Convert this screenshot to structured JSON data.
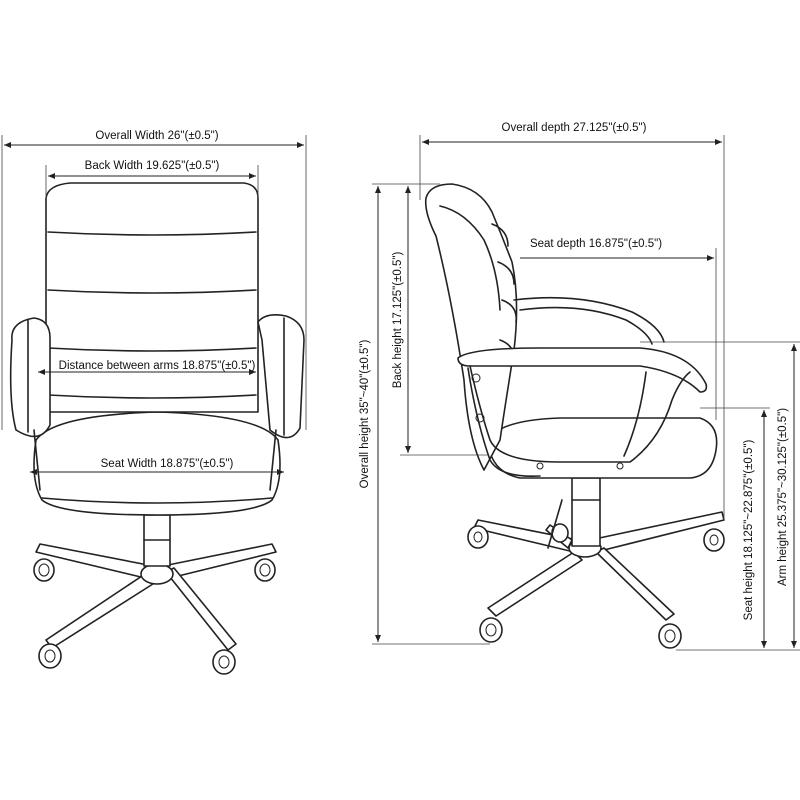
{
  "colors": {
    "line": "#222222",
    "background": "#ffffff"
  },
  "front_view": {
    "overall_width": "Overall Width 26\"(±0.5\")",
    "back_width": "Back Width 19.625\"(±0.5\")",
    "distance_between_arms": "Distance between arms 18.875\"(±0.5\")",
    "seat_width": "Seat Width 18.875\"(±0.5\")"
  },
  "side_view": {
    "overall_depth": "Overall depth 27.125\"(±0.5\")",
    "seat_depth": "Seat depth 16.875\"(±0.5\")",
    "back_height": "Back height 17.125\"(±0.5\")",
    "overall_height": "Overall height 35\"~40\"(±0.5\")",
    "seat_height": "Seat height 18.125\"~22.875\"(±0.5\")",
    "arm_height": "Arm height 25.375\"~30.125\"(±0.5\")"
  }
}
